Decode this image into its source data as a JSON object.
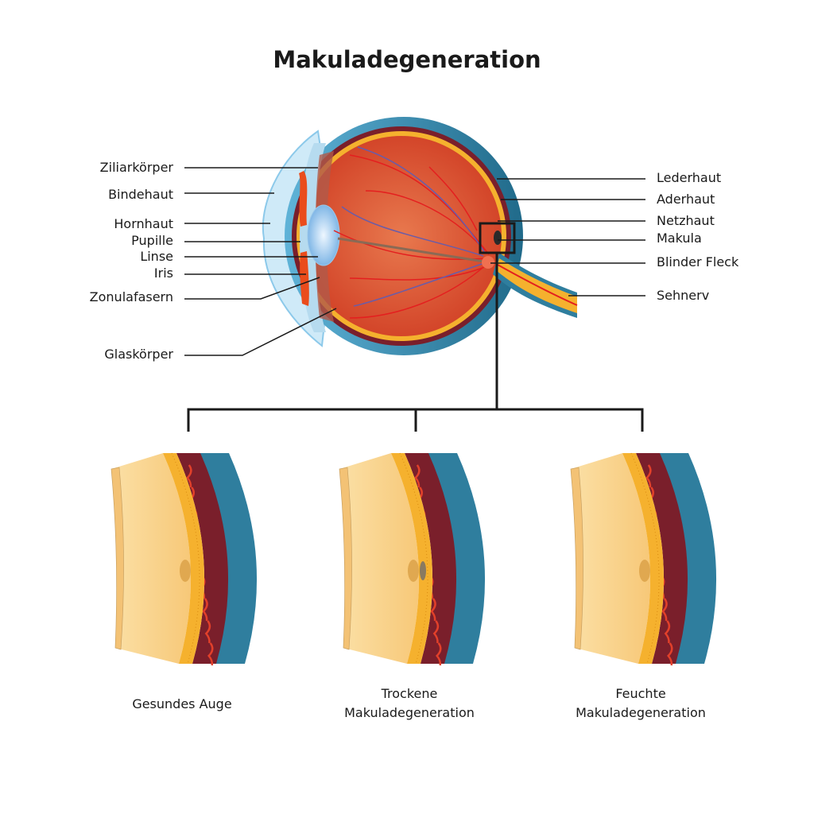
{
  "title": "Makuladegeneration",
  "labels_left": [
    "Ziliarkörper",
    "Bindehaut",
    "Hornhaut",
    "Pupille",
    "Linse",
    "Iris",
    "Zonulafasern",
    "Glaskörper"
  ],
  "labels_right": [
    "Lederhaut",
    "Aderhaut",
    "Netzhaut",
    "Makula",
    "Blinder Fleck",
    "Sehnerv"
  ],
  "captions": [
    {
      "line1": "Gesundes Auge"
    },
    {
      "line1": "Trockene",
      "line2": "Makuladegeneration"
    },
    {
      "line1": "Feuchte",
      "line2": "Makuladegeneration"
    }
  ],
  "colors": {
    "sclera": "#2f7e9e",
    "choroid": "#7a1f2b",
    "retina": "#f5b12e",
    "vitreous": "#d8452a",
    "cornea": "#a9d7ef",
    "panel": "#f9d18a"
  }
}
